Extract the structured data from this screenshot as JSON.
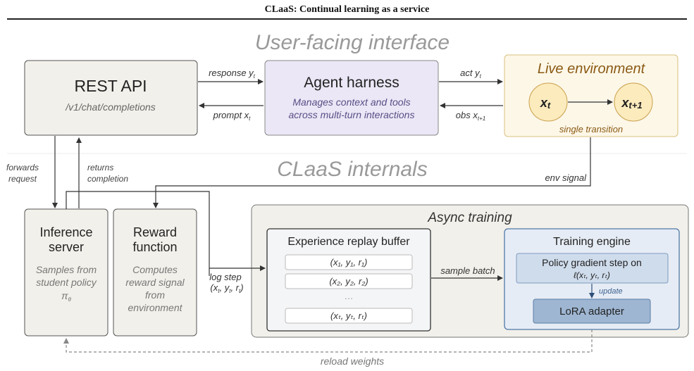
{
  "page_title": "CLaaS: Continual learning as a service",
  "sections": {
    "user_facing": "User-facing interface",
    "internals": "CLaaS internals"
  },
  "rest_api": {
    "title": "REST API",
    "path": "/v1/chat/completions"
  },
  "agent_harness": {
    "title": "Agent harness",
    "desc_line1": "Manages context and tools",
    "desc_line2": "across multi-turn interactions"
  },
  "live_env": {
    "title": "Live environment",
    "state_now": "x",
    "state_now_sub": "t",
    "state_next": "x",
    "state_next_sub": "t+1",
    "caption": "single transition"
  },
  "arrows": {
    "response": "response y",
    "response_sub": "t",
    "prompt": "prompt x",
    "prompt_sub": "t",
    "act": "act y",
    "act_sub": "t",
    "obs": "obs x",
    "obs_sub": "t+1",
    "forwards_line1": "forwards",
    "forwards_line2": "request",
    "returns_line1": "returns",
    "returns_line2": "completion",
    "env_signal": "env signal",
    "log_step_line1": "log step",
    "log_step_line2": "(x",
    "log_step_sub": "t",
    "sample_batch": "sample batch",
    "update": "update",
    "reload_weights": "reload weights"
  },
  "inference_server": {
    "title_line1": "Inference",
    "title_line2": "server",
    "desc_line1": "Samples from",
    "desc_line2": "student policy",
    "desc_line3": "π",
    "desc_sub": "θ"
  },
  "reward_function": {
    "title_line1": "Reward",
    "title_line2": "function",
    "desc_line1": "Computes",
    "desc_line2": "reward signal",
    "desc_line3": "from",
    "desc_line4": "environment"
  },
  "async_training": {
    "title": "Async training"
  },
  "replay_buffer": {
    "title": "Experience replay buffer",
    "rows": [
      "(x₁, y₁, r₁)",
      "(x₂, y₂, r₂)",
      "…",
      "(xₜ, yₜ, rₜ)"
    ]
  },
  "training_engine": {
    "title": "Training engine",
    "step_line1": "Policy gradient step on",
    "step_line2": "ℓ(xₜ, yₜ, rₜ)",
    "lora": "LoRA adapter"
  }
}
